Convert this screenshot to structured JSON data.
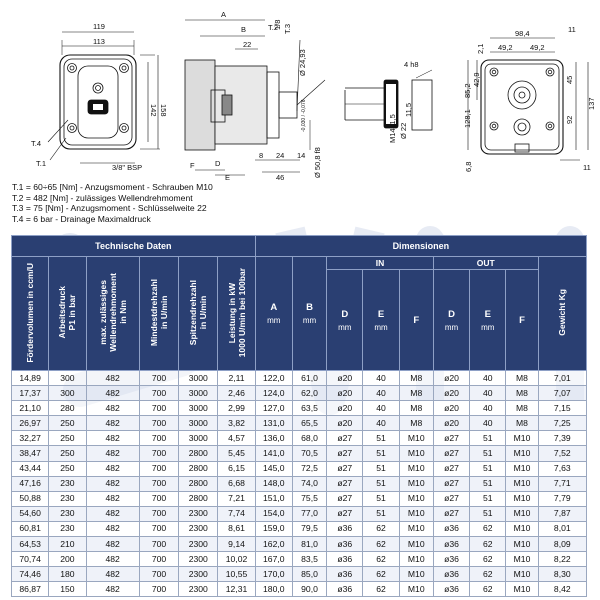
{
  "drawing": {
    "front_view": {
      "dim_width_outer": "119",
      "dim_width_inner": "113",
      "dim_height_1": "142",
      "dim_height_2": "158",
      "label_t4": "T.4",
      "label_t1": "T.1",
      "port_label": "3/8\" BSP"
    },
    "side_view": {
      "dim_a": "A",
      "dim_b": "B",
      "dim_22": "22",
      "label_t2": "T.2",
      "label_18": "1/8",
      "label_t3": "T.3",
      "dim_2493": "Ø 24,93",
      "dim_shaft": "Ø 50,8 f8",
      "dim_shaft_tol": "-0,030 / -0,076",
      "dim_f": "F",
      "dim_d": "D",
      "dim_e": "E",
      "dim_8": "8",
      "dim_24": "24",
      "dim_14": "14",
      "dim_46": "46"
    },
    "shaft_view": {
      "dim_4h8": "4 h8",
      "dim_115": "11,5",
      "dim_m14": "M14x1,5",
      "dim_22": "Ø 22"
    },
    "rear_view": {
      "dim_11_top": "11",
      "dim_984": "98,4",
      "dim_492a": "49,2",
      "dim_492b": "49,2",
      "dim_21": "2,1",
      "dim_852": "85,2",
      "dim_429": "42,9",
      "dim_45": "45",
      "dim_1281": "128,1",
      "dim_92": "92",
      "dim_137": "137",
      "dim_68": "6,8",
      "dim_11_bottom": "11"
    }
  },
  "notes": [
    "T.1 = 60÷65 [Nm] - Anzugsmoment - Schrauben M10",
    "T.2 = 482 [Nm] - zulässiges Wellendrehmoment",
    "T.3 = 75 [Nm] - Anzugsmoment - Schlüsselweite 22",
    "T.4 = 6 bar - Drainage Maximaldruck"
  ],
  "table": {
    "group_tech": "Technische Daten",
    "group_dim": "Dimensionen",
    "sub_in": "IN",
    "sub_out": "OUT",
    "col_foerdervolumen": "Fördervolumen in ccm/U",
    "col_arbeitsdruck_1": "Arbeitsdruck",
    "col_arbeitsdruck_2": "P1 in bar",
    "col_drehmoment_1": "max. zulässiges",
    "col_drehmoment_2": "Wellendrehmoment",
    "col_drehmoment_3": "in Nm",
    "col_mindest_1": "Mindestdrehzahl",
    "col_mindest_2": "in U/min",
    "col_spitzen_1": "Spitzendrehzahl",
    "col_spitzen_2": "in U/min",
    "col_leistung_1": "Leistung in kW",
    "col_leistung_2": "1000 U/min bei 100bar",
    "col_a": "A",
    "col_b": "B",
    "col_d_in": "D",
    "col_e_in": "E",
    "col_f_in": "F",
    "col_d_out": "D",
    "col_e_out": "E",
    "col_f_out": "F",
    "unit_mm": "mm",
    "col_gewicht": "Gewicht  Kg",
    "rows": [
      [
        "14,89",
        "300",
        "482",
        "700",
        "3000",
        "2,11",
        "122,0",
        "61,0",
        "ø20",
        "40",
        "M8",
        "ø20",
        "40",
        "M8",
        "7,01"
      ],
      [
        "17,37",
        "300",
        "482",
        "700",
        "3000",
        "2,46",
        "124,0",
        "62,0",
        "ø20",
        "40",
        "M8",
        "ø20",
        "40",
        "M8",
        "7,07"
      ],
      [
        "21,10",
        "280",
        "482",
        "700",
        "3000",
        "2,99",
        "127,0",
        "63,5",
        "ø20",
        "40",
        "M8",
        "ø20",
        "40",
        "M8",
        "7,15"
      ],
      [
        "26,97",
        "250",
        "482",
        "700",
        "3000",
        "3,82",
        "131,0",
        "65,5",
        "ø20",
        "40",
        "M8",
        "ø20",
        "40",
        "M8",
        "7,25"
      ],
      [
        "32,27",
        "250",
        "482",
        "700",
        "3000",
        "4,57",
        "136,0",
        "68,0",
        "ø27",
        "51",
        "M10",
        "ø27",
        "51",
        "M10",
        "7,39"
      ],
      [
        "38,47",
        "250",
        "482",
        "700",
        "2800",
        "5,45",
        "141,0",
        "70,5",
        "ø27",
        "51",
        "M10",
        "ø27",
        "51",
        "M10",
        "7,52"
      ],
      [
        "43,44",
        "250",
        "482",
        "700",
        "2800",
        "6,15",
        "145,0",
        "72,5",
        "ø27",
        "51",
        "M10",
        "ø27",
        "51",
        "M10",
        "7,63"
      ],
      [
        "47,16",
        "230",
        "482",
        "700",
        "2800",
        "6,68",
        "148,0",
        "74,0",
        "ø27",
        "51",
        "M10",
        "ø27",
        "51",
        "M10",
        "7,71"
      ],
      [
        "50,88",
        "230",
        "482",
        "700",
        "2800",
        "7,21",
        "151,0",
        "75,5",
        "ø27",
        "51",
        "M10",
        "ø27",
        "51",
        "M10",
        "7,79"
      ],
      [
        "54,60",
        "230",
        "482",
        "700",
        "2300",
        "7,74",
        "154,0",
        "77,0",
        "ø27",
        "51",
        "M10",
        "ø27",
        "51",
        "M10",
        "7,87"
      ],
      [
        "60,81",
        "230",
        "482",
        "700",
        "2300",
        "8,61",
        "159,0",
        "79,5",
        "ø36",
        "62",
        "M10",
        "ø36",
        "62",
        "M10",
        "8,01"
      ],
      [
        "64,53",
        "210",
        "482",
        "700",
        "2300",
        "9,14",
        "162,0",
        "81,0",
        "ø36",
        "62",
        "M10",
        "ø36",
        "62",
        "M10",
        "8,09"
      ],
      [
        "70,74",
        "200",
        "482",
        "700",
        "2300",
        "10,02",
        "167,0",
        "83,5",
        "ø36",
        "62",
        "M10",
        "ø36",
        "62",
        "M10",
        "8,22"
      ],
      [
        "74,46",
        "180",
        "482",
        "700",
        "2300",
        "10,55",
        "170,0",
        "85,0",
        "ø36",
        "62",
        "M10",
        "ø36",
        "62",
        "M10",
        "8,30"
      ],
      [
        "86,87",
        "150",
        "482",
        "700",
        "2300",
        "12,31",
        "180,0",
        "90,0",
        "ø36",
        "62",
        "M10",
        "ø36",
        "62",
        "M10",
        "8,42"
      ]
    ]
  },
  "colors": {
    "header_bg": "#2a3f72",
    "header_text": "#ffffff",
    "watermark": "#c9d3e6"
  }
}
